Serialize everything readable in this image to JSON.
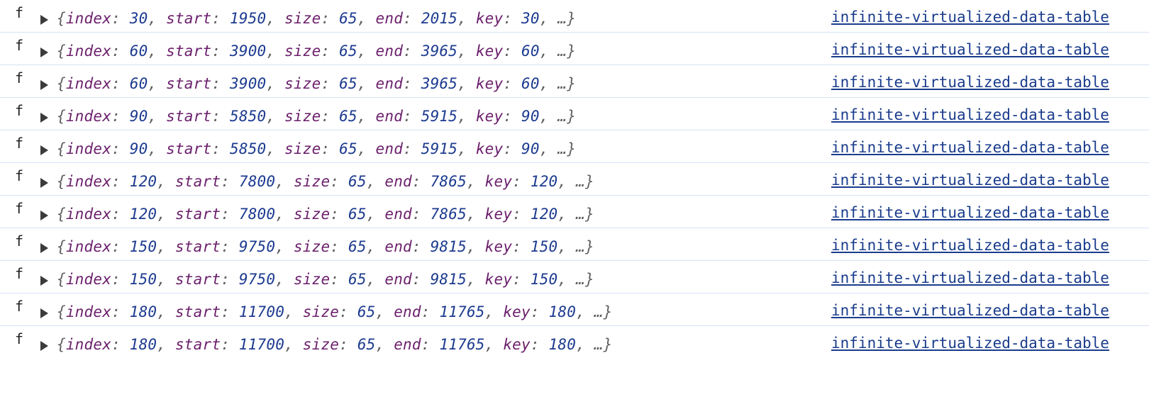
{
  "console": {
    "rows": [
      {
        "prefix": "f",
        "index": "30",
        "start": "1950",
        "size": "65",
        "end": "2015",
        "key": "30",
        "source": "infinite-virtualized-data-table"
      },
      {
        "prefix": "f",
        "index": "60",
        "start": "3900",
        "size": "65",
        "end": "3965",
        "key": "60",
        "source": "infinite-virtualized-data-table"
      },
      {
        "prefix": "f",
        "index": "60",
        "start": "3900",
        "size": "65",
        "end": "3965",
        "key": "60",
        "source": "infinite-virtualized-data-table"
      },
      {
        "prefix": "f",
        "index": "90",
        "start": "5850",
        "size": "65",
        "end": "5915",
        "key": "90",
        "source": "infinite-virtualized-data-table"
      },
      {
        "prefix": "f",
        "index": "90",
        "start": "5850",
        "size": "65",
        "end": "5915",
        "key": "90",
        "source": "infinite-virtualized-data-table"
      },
      {
        "prefix": "f",
        "index": "120",
        "start": "7800",
        "size": "65",
        "end": "7865",
        "key": "120",
        "source": "infinite-virtualized-data-table"
      },
      {
        "prefix": "f",
        "index": "120",
        "start": "7800",
        "size": "65",
        "end": "7865",
        "key": "120",
        "source": "infinite-virtualized-data-table"
      },
      {
        "prefix": "f",
        "index": "150",
        "start": "9750",
        "size": "65",
        "end": "9815",
        "key": "150",
        "source": "infinite-virtualized-data-table"
      },
      {
        "prefix": "f",
        "index": "150",
        "start": "9750",
        "size": "65",
        "end": "9815",
        "key": "150",
        "source": "infinite-virtualized-data-table"
      },
      {
        "prefix": "f",
        "index": "180",
        "start": "11700",
        "size": "65",
        "end": "11765",
        "key": "180",
        "source": "infinite-virtualized-data-table"
      },
      {
        "prefix": "f",
        "index": "180",
        "start": "11700",
        "size": "65",
        "end": "11765",
        "key": "180",
        "source": "infinite-virtualized-data-table"
      }
    ],
    "labels": {
      "index": "index",
      "start": "start",
      "size": "size",
      "end": "end",
      "key": "key",
      "ellipsis": "…"
    },
    "colors": {
      "property_key": "#6b1f6b",
      "number_value": "#1c3a8f",
      "link": "#1a3c8c",
      "row_divider": "#d6e2f5"
    },
    "icons": {
      "expand": "triangle-right-icon"
    }
  }
}
